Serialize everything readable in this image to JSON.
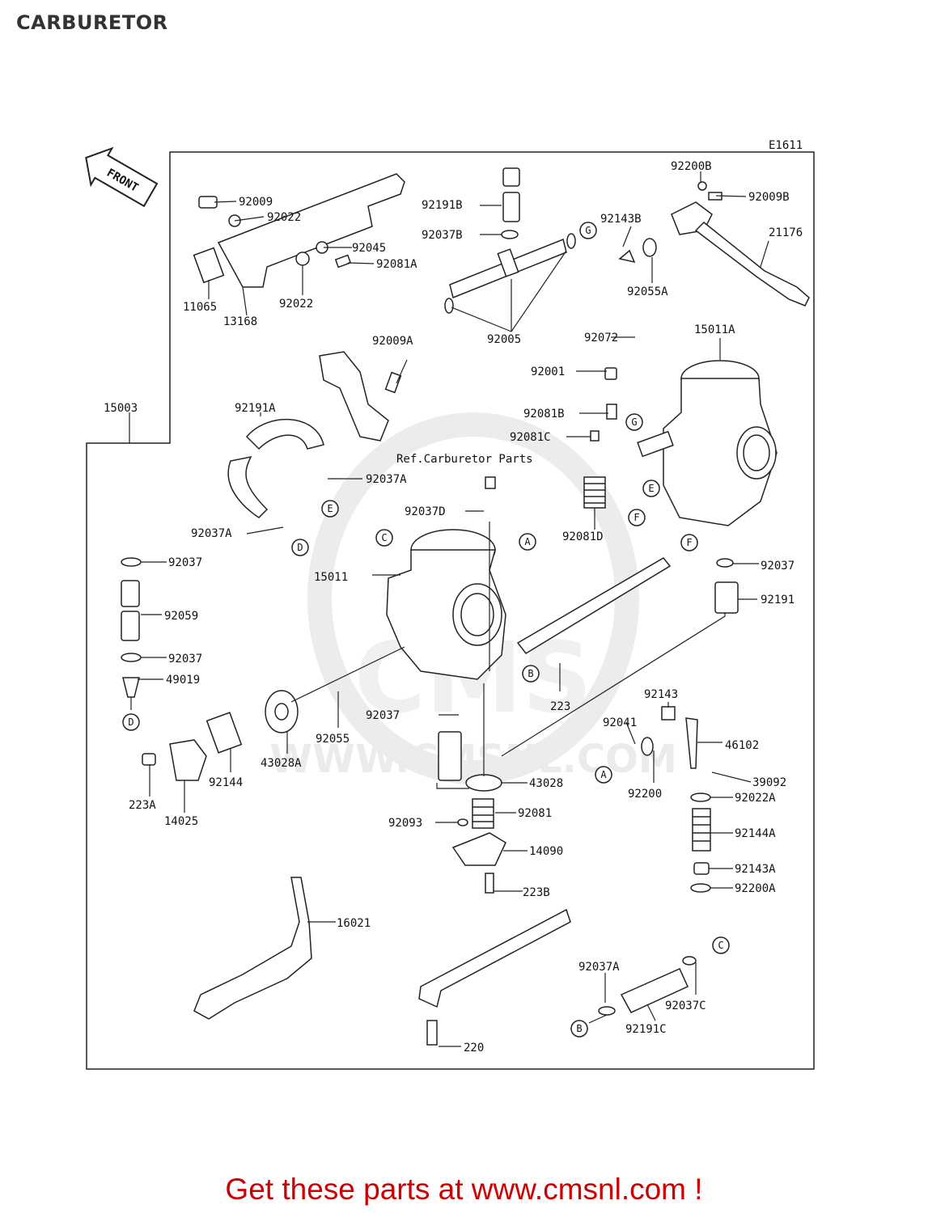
{
  "page_title": "CARBURETOR",
  "diagram_code": "E1611",
  "front_label": "FRONT",
  "ref_note": "Ref.Carburetor Parts",
  "watermark": "WWW.CMSNL.COM",
  "promo_text": "Get these parts at www.cmsnl.com !",
  "colors": {
    "promo": "#cc0000",
    "line": "#222222",
    "watermark": "#dddddd"
  },
  "part_labels": [
    "92009",
    "92022",
    "92045",
    "92081A",
    "11065",
    "13168",
    "92022",
    "15003",
    "92009A",
    "92191A",
    "92037A",
    "92037A",
    "92191B",
    "92037B",
    "92005",
    "92143B",
    "92200B",
    "92009B",
    "21176",
    "92055A",
    "92072",
    "15011A",
    "92001",
    "92081B",
    "92081C",
    "92081D",
    "92037D",
    "15011",
    "92037",
    "92059",
    "92037",
    "49019",
    "92037",
    "92191",
    "92143",
    "92041",
    "46102",
    "39092",
    "92200",
    "92022A",
    "92144A",
    "92143A",
    "92200A",
    "223",
    "92037",
    "92055",
    "43028A",
    "92144",
    "223A",
    "14025",
    "43028",
    "92081",
    "92093",
    "14090",
    "223B",
    "16021",
    "220",
    "92037A",
    "92037C",
    "92191C"
  ],
  "circle_labels": [
    "G",
    "G",
    "E",
    "F",
    "F",
    "A",
    "E",
    "D",
    "C",
    "D",
    "B",
    "A",
    "B",
    "C"
  ]
}
